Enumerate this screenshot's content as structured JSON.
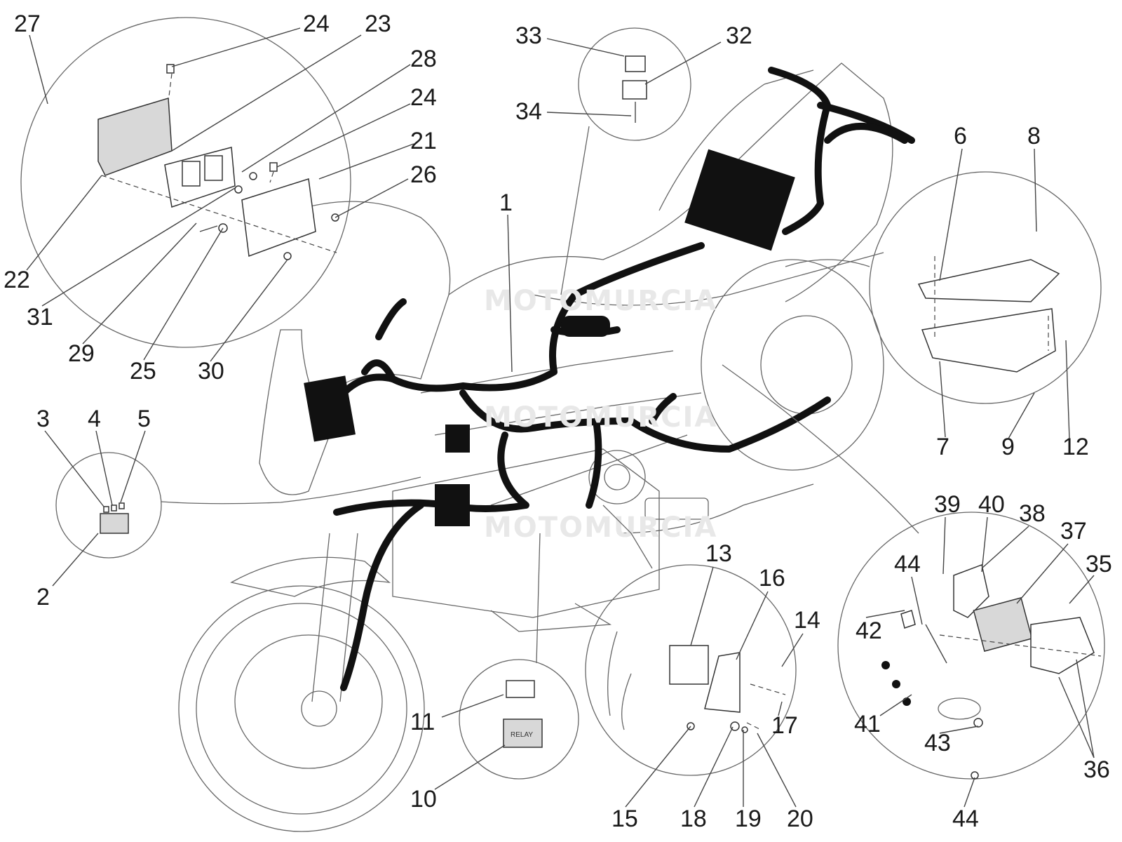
{
  "watermark": {
    "text": "MOTOMURCIA"
  },
  "callouts": [
    {
      "n": "1"
    },
    {
      "n": "2"
    },
    {
      "n": "3"
    },
    {
      "n": "4"
    },
    {
      "n": "5"
    },
    {
      "n": "6"
    },
    {
      "n": "7"
    },
    {
      "n": "8"
    },
    {
      "n": "9"
    },
    {
      "n": "10"
    },
    {
      "n": "11"
    },
    {
      "n": "12"
    },
    {
      "n": "13"
    },
    {
      "n": "14"
    },
    {
      "n": "15"
    },
    {
      "n": "16"
    },
    {
      "n": "17"
    },
    {
      "n": "18"
    },
    {
      "n": "19"
    },
    {
      "n": "20"
    },
    {
      "n": "21"
    },
    {
      "n": "22"
    },
    {
      "n": "23"
    },
    {
      "n": "24"
    },
    {
      "n": "24"
    },
    {
      "n": "25"
    },
    {
      "n": "26"
    },
    {
      "n": "27"
    },
    {
      "n": "28"
    },
    {
      "n": "29"
    },
    {
      "n": "30"
    },
    {
      "n": "31"
    },
    {
      "n": "32"
    },
    {
      "n": "33"
    },
    {
      "n": "34"
    },
    {
      "n": "35"
    },
    {
      "n": "36"
    },
    {
      "n": "37"
    },
    {
      "n": "38"
    },
    {
      "n": "39"
    },
    {
      "n": "40"
    },
    {
      "n": "41"
    },
    {
      "n": "42"
    },
    {
      "n": "43"
    },
    {
      "n": "44"
    },
    {
      "n": "44"
    }
  ],
  "relay_label": "RELAY",
  "colors": {
    "ink": "#111111",
    "outline": "#666666",
    "watermark": "#e8e8e8"
  }
}
